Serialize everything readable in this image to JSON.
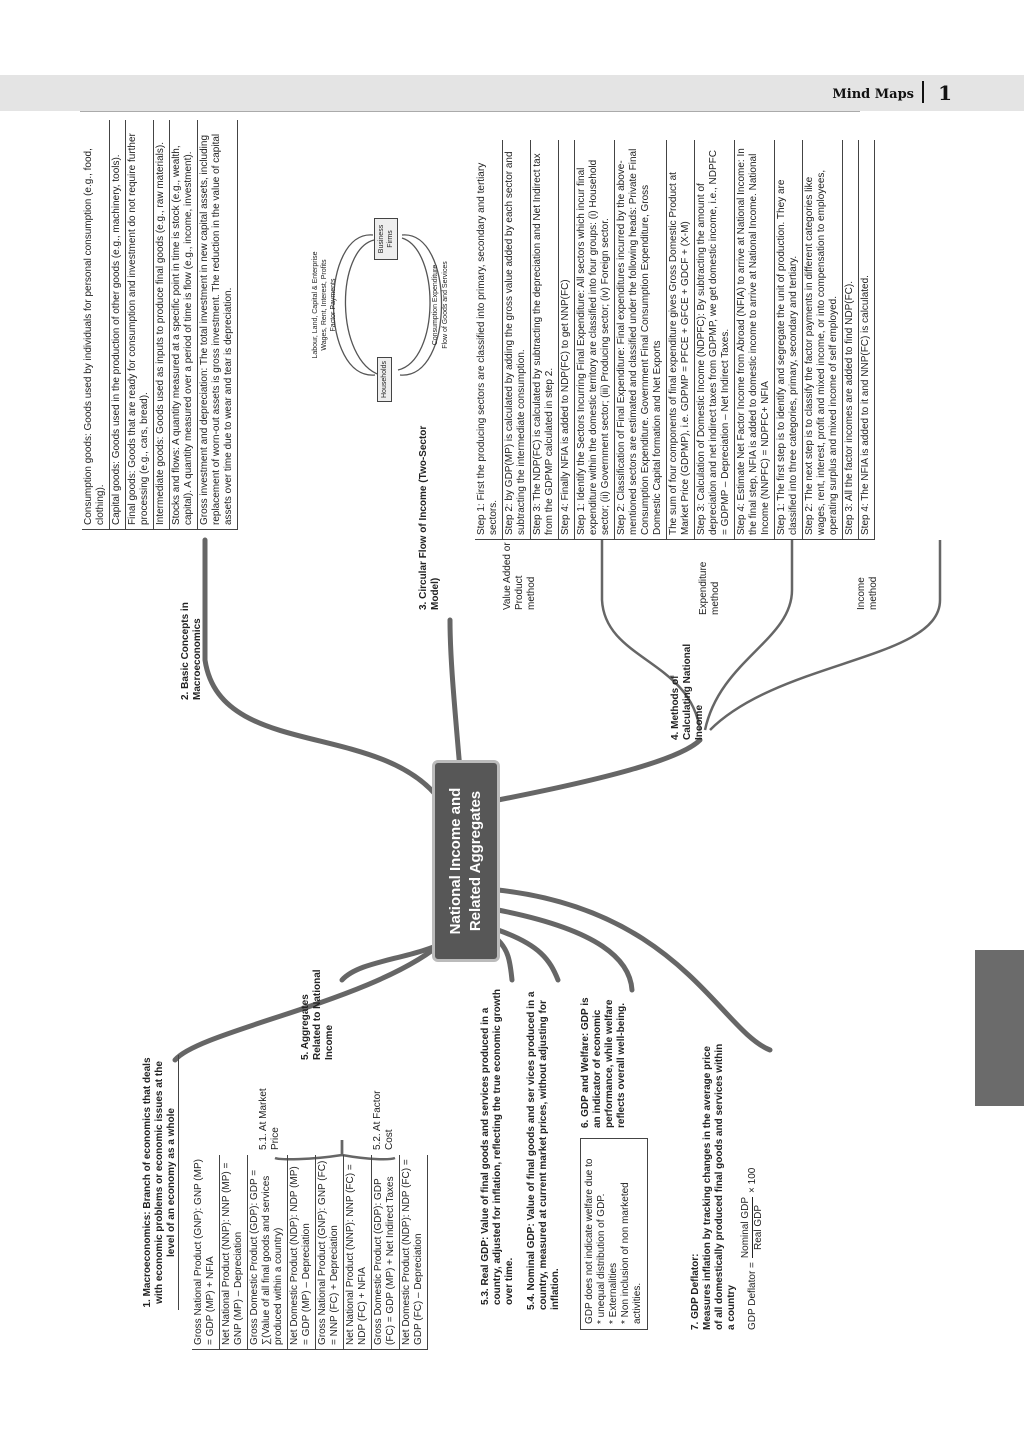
{
  "header": {
    "title": "Mind Maps",
    "page_number": "1"
  },
  "central": {
    "line1": "National Income and",
    "line2": "Related Aggregates"
  },
  "basic_concepts": {
    "label": "2. Basic Concepts in Macroeconomics",
    "items": [
      "Consumption goods: Goods used by individuals for personal consumption (e.g., food, clothing).",
      "Capital goods: Goods used in the production of other goods (e.g., machinery, tools).",
      "Final goods: Goods that are ready for consumption and investment do not require further processing (e.g., cars, bread).",
      "Intermediate goods: Goods used as inputs to produce final goods (e.g., raw materials).",
      "Stocks and flows: A quantity measured at a specific point in time is stock (e.g., wealth, capital). A quantity measured over a period of time is flow (e.g., income, investment).",
      "Gross investment and depreciation: The total investment in new capital assets, including replacement of worn-out assets is gross investment. The reduction in the value of capital assets over time due to wear and tear is depreciation."
    ]
  },
  "circular_flow": {
    "label": "3. Circular Flow of Income (Two-Sector Model)",
    "households": "Households",
    "firms": "Business Firms",
    "top_arc_1": "Labour, Land, Capital & Enterprise",
    "top_arc_2": "Wages, Rent, Interest, Profits",
    "top_arc_3": "Factor Payments",
    "bottom_arc_1": "Consumption Expenditure",
    "bottom_arc_2": "Flow of Goods and Services"
  },
  "methods": {
    "label": "4. Methods of Calculating National Income",
    "value_added": {
      "label": "Value Added or Product method",
      "steps": [
        "Step 1: First the producing sectors are classified into primary, secondary and tertiary sectors.",
        "Step 2:  by  GDP(MP) is calculated by adding the gross value added by each sector and subtracting the intermediate consumption.",
        "Step 3: The NDP(FC) is calculated by subtracting the depreciation and Net Indirect tax from the GDPMP calculated in step 2.",
        "Step 4: Finally NFIA is added to NDP(FC) to get  NNP(FC)"
      ]
    },
    "expenditure": {
      "label": "Expenditure method",
      "steps": [
        "Step 1: Identify the Sectors Incurring Final Expenditure: All sectors which incur final expenditure within the domestic territory are classified into four groups: (i) Household sector; (ii) Government sector; (iii) Producing sector; (iv) Foreign sector.",
        "Step 2: Classification of Final Expenditure: Final expenditures incurred by the above-mentioned sectors are estimated and classified under the following heads: Private Final Consumption Expenditure. Government Final Consumption Expenditure, Gross Domestic Capital formation and Net Exports",
        "The sum of four components of final expenditure gives Gross Domestic Product at Market Price (GDPMP), i.e. GDPMP = PFCE + GFCE + GDCF + (X-M)",
        "Step 3: Calculation of Domestic Income (NDPFC): By subtracting the amount of depreciation and net indirect taxes from GDPMP, we get domestic income, i.e., NDPFC = GDPMP – Depreciation – Net Indirect Taxes.",
        "Step 4: Estimate Net Factor Income from Abroad (NFIA) to arrive at National Income: In the final step, NFIA is added to domestic income to arrive at National Income. National Income (NNPFC) = NDPFC+ NFIA"
      ]
    },
    "income": {
      "label": "Income method",
      "steps": [
        "Step 1: The first step is to identify and segregate the unit of production. They are classified into three categories, primary, secondary and tertiary.",
        "Step 2: The next step is to classify the factor payments in different categories like wages, rent, interest, profit and mixed income, or into compensation to employees, operating surplus and mixed income of self employed.",
        "Step 3: All the factor incomes are added to find NDP(FC).",
        "Step 4: The NFIA is added to it and NNP(FC) is calculated."
      ]
    }
  },
  "macroeconomics": {
    "label": "1. Macroeconomics: Branch of economics that deals with economic problems or economic issues at the level of an economy as a whole"
  },
  "aggregates": {
    "label": "5. Aggregates Related to National Income",
    "market_price": "5.1. At Market Price",
    "factor_cost": "5.2. At Factor Cost",
    "items": [
      "Gross National Product (GNP): GNP (MP) = GDP (MP) + NFIA",
      "Net National Product (NNP): NNP (MP) = GNP (MP) – Depreciation",
      "Gross Domestic Product (GDP): GDP = ∑(Value of all final goods and services produced within a country)",
      "Net Domestic Product (NDP): NDP (MP) = GDP (MP) – Depreciation",
      "Gross National Product (GNP): GNP (FC) = NNP (FC) + Depreciation",
      "Net National Product (NNP): NNP (FC) = NDP (FC) + NFIA",
      "Gross Domestic Product (GDP): GDP (FC) = GDP (MP) + Net Indirect Taxes",
      "Net Domestic Product (NDP): NDP (FC) = GDP (FC) – Depreciation"
    ],
    "real_gdp": "5.3. Real GDP: Value of final goods and services produced in a country, adjusted for inflation, reflecting the true economic growth over time.",
    "nominal_gdp": "5.4. Nominal GDP: Value of  final goods and ser vices produced in a country, measured at current market prices, without adjusting for inflation."
  },
  "welfare": {
    "label": "6. GDP and Welfare: GDP is an indicator of economic performance, while welfare reflects overall well-being.",
    "intro": "GDP does not indicate welfare  due to",
    "points": [
      "* unequal distribution of GDP.",
      "* Externalities",
      "* Non inclusion of non marketed activities."
    ]
  },
  "deflator": {
    "label": "7. GDP Deflator:",
    "desc": "Measures inflation by tracking changes in the average price of all domestically produced final goods and services within a country",
    "formula_lhs": "GDP Deflator =",
    "numerator": "Nominal GDP",
    "denominator": "Real GDP",
    "multiplier": "× 100"
  }
}
